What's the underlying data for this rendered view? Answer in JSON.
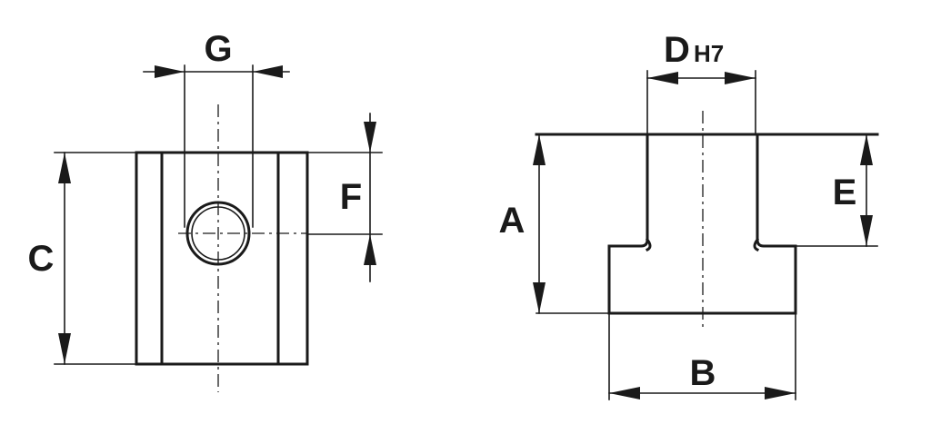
{
  "labels": {
    "G": "G",
    "C": "C",
    "F": "F",
    "D": "D",
    "D_tolerance": "H7",
    "A": "A",
    "E": "E",
    "B": "B"
  },
  "colors": {
    "line": "#1a1a1a",
    "background": "#ffffff"
  }
}
